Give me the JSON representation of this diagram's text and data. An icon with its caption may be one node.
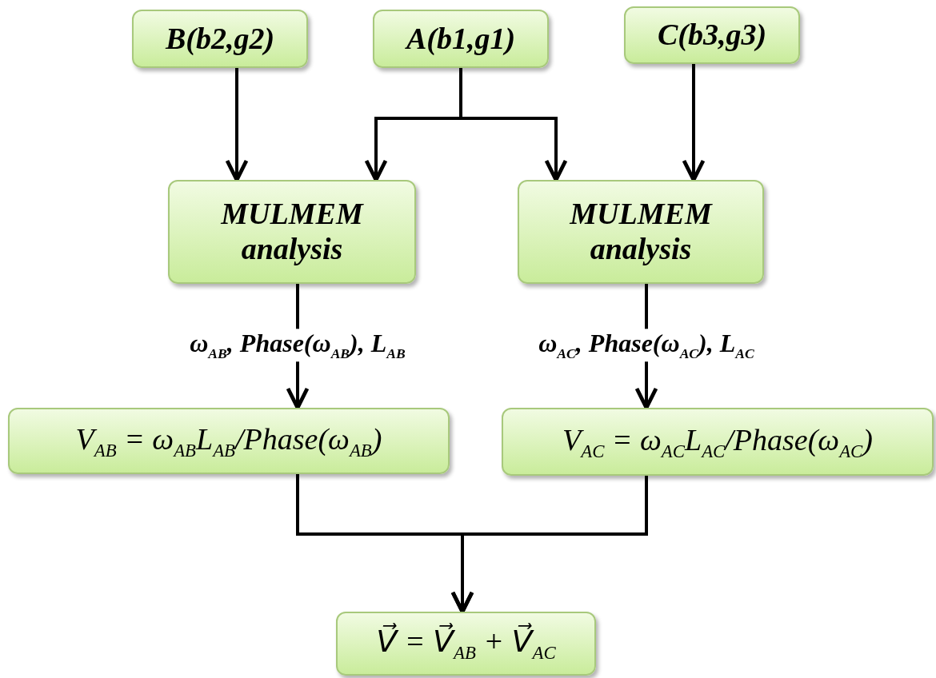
{
  "diagram": {
    "nodes": [
      {
        "text": [
          "B(b2,g2)"
        ]
      },
      {
        "text": [
          "A(b1,g1)"
        ]
      },
      {
        "text": [
          "C(b3,g3)"
        ]
      },
      {
        "text": [
          "MULMEM analysis"
        ]
      },
      {
        "text": [
          "MULMEM analysis"
        ]
      },
      {
        "text": [
          "V$_{AB}$ = ω$_{AB}$L$_{AB}$/Phase(ω$_{AB}$)"
        ]
      },
      {
        "text": [
          "V$_{AC}$ = ω$_{AC}$L$_{AC}$/Phase(ω$_{AC}$)"
        ]
      },
      {
        "text": [
          "V⃗ = V⃗$_{AB}$ + V⃗$_{AC}$"
        ]
      }
    ],
    "edges": [
      {
        "from": 0,
        "to": 3,
        "arrow": "to"
      },
      {
        "from": 1,
        "to": 3,
        "arrow": "to"
      },
      {
        "from": 1,
        "to": 4,
        "arrow": "to"
      },
      {
        "from": 2,
        "to": 4,
        "arrow": "to"
      },
      {
        "from": 3,
        "to": 5,
        "arrow": "to",
        "label": "ω$_{AB}$, Phase(ω$_{AB}$), L$_{AB}$"
      },
      {
        "from": 4,
        "to": 6,
        "arrow": "to",
        "label": "ω$_{AC}$, Phase(ω$_{AC}$), L$_{AC}$"
      },
      {
        "from": 5,
        "to": 7,
        "arrow": "to"
      },
      {
        "from": 6,
        "to": 7,
        "arrow": "to"
      }
    ]
  }
}
